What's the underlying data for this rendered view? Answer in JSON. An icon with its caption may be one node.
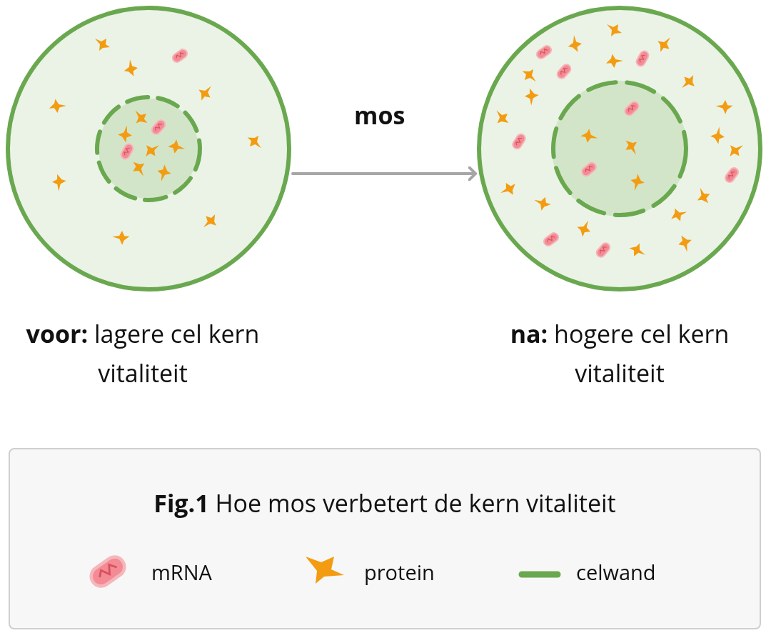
{
  "diagram": {
    "caption": "**Fig.1** Hoe mos verbetert de kern vitaliteit",
    "nodes": [
      {
        "text": [],
        "shape": "circle",
        "beside": [
          "**voor:** lagere cel kern vitaliteit"
        ]
      },
      {
        "text": [],
        "shape": "circle",
        "beside": [
          "**na:** hogere cel kern vitaliteit"
        ]
      }
    ],
    "edges": [
      {
        "from": 0,
        "to": 1,
        "arrow": "to",
        "label": "mos",
        "color": "#a6a6a6"
      }
    ],
    "legend": [
      {
        "text": "mRNA"
      },
      {
        "text": "protein"
      },
      {
        "text": "celwand"
      }
    ]
  }
}
